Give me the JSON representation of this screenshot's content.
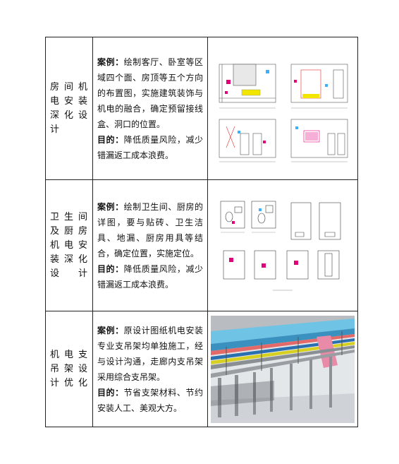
{
  "rows": [
    {
      "title": "房间机电安装深化设计",
      "case_label": "案例：",
      "case_text": "绘制客厅、卧室等区域四个面、房顶等五个方向的布置图，实施建筑装饰与机电的融合，确定预留接线盒、洞口的位置。",
      "goal_label": "目的：",
      "goal_text": "降低质量风险，减少错漏返工成本浪费。",
      "image": "room-elevation-drawings"
    },
    {
      "title": "卫生间及厨房机电安装深化设计",
      "case_label": "案例：",
      "case_text": "绘制卫生间、厨房的详图，要与贴砖、卫生洁具、地漏、厨房用具等结合，确定位置，实施定位。",
      "goal_label": "目的：",
      "goal_text": "降低质量风险，减少错漏返工成本浪费。",
      "image": "bathroom-kitchen-detail-drawings"
    },
    {
      "title": "机电支吊架设计优化",
      "case_label": "案例：",
      "case_text": "原设计图纸机电安装专业支吊架均单独施工，经与设计沟通，走廊内支吊架采用综合支吊架。",
      "goal_label": "目的：",
      "goal_text": "节省支架材料、节约安装人工、美观大方。",
      "image": "corridor-support-rack-3d-model"
    }
  ]
}
